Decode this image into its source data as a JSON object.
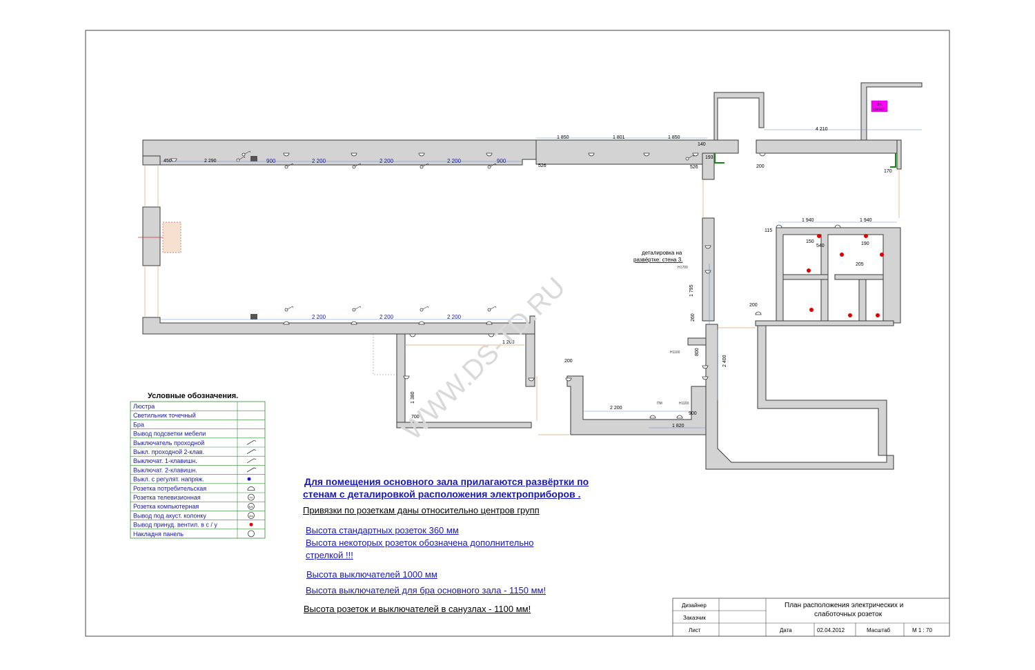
{
  "watermark": "WWW.DS-TD.RU",
  "legend": {
    "title": "Условные обозначения.",
    "items": [
      "Люстра",
      "Светильник точечный",
      "Бра",
      "Вывод подсветки мебели",
      "Выключатель проходной",
      "Выкл. проходной 2-клав.",
      "Выключат. 1-клавишн.",
      "Выключат. 2-клавишн.",
      "Выкл. с регулят. напряж.",
      "Розетка потребительская",
      "Розетка телевизионная",
      "Розетка компьютерная",
      "Вывод под акуст. колонку",
      "Вывод принуд. вентил. в  с / у",
      "Накладня панель"
    ],
    "symbol_codes": {
      "tv": "TV",
      "computer": "K/K",
      "acoustic": "A/c"
    }
  },
  "notes": {
    "bold_line1": "Для  помещения основного зала  прилагаются  развёртки  по",
    "bold_line2": "стенам с деталировкой расположения  электроприборов .",
    "bindings": "Привязки по розеткам даны относительно центров групп",
    "height_std": "Высота стандартных розеток  360 мм",
    "height_some_1": "Высота некоторых розеток  обозначена дополнительно",
    "height_some_2": "стрелкой !!!",
    "switches": "Высота  выключателей 1000 мм",
    "switches_bra": "Высота выключателей для бра основного зала - 1150 мм!",
    "bathroom": "Высота розеток и выключателей  в санузлах - 1100 мм!"
  },
  "plan_labels": {
    "detail_1": "деталировка на",
    "detail_2": "развёртке: стена 3.",
    "shaft_1": "Эл.",
    "shaft_2": "шкаф",
    "pm": "ПМ",
    "h1100a": "H1100",
    "h1100b": "H1100",
    "h1700": "H1700"
  },
  "dimensions": {
    "top_segments": [
      "1 850",
      "1 801",
      "1 850"
    ],
    "top_right": "4 210",
    "row_top": [
      "450",
      "2 290",
      "900",
      "2 200",
      "2 200",
      "2 200",
      "900"
    ],
    "near_top": [
      "526",
      "526",
      "140",
      "193",
      "200",
      "170"
    ],
    "right_rooms": [
      "1 940",
      "1 940",
      "115",
      "150",
      "540",
      "190",
      "205",
      "200"
    ],
    "row_bottom": [
      "2 200",
      "2 200",
      "2 200"
    ],
    "lower": [
      "1 200",
      "200",
      "1 380",
      "700",
      "2 200",
      "900",
      "1 820",
      "1 795",
      "260",
      "800",
      "2 400"
    ]
  },
  "title_block": {
    "designer_label": "Дизайнер",
    "customer_label": "Заказчик",
    "sheet_label": "Лист",
    "title_1": "План расположения электрических и",
    "title_2": "слаботочных розеток",
    "date_label": "Дата",
    "date_value": "02.04.2012",
    "scale_label": "Масштаб",
    "scale_value": "М 1 : 70"
  },
  "colors": {
    "wall_fill": "#d3d3d3",
    "dimension_line": "#5b8fd6",
    "window": "#e0a070",
    "legend_border": "#2e8b2e",
    "legend_text": "#1a1a9a",
    "note_blue": "#1818b8",
    "shaft": "#ff00ff",
    "vent_marker": "#e00000"
  }
}
